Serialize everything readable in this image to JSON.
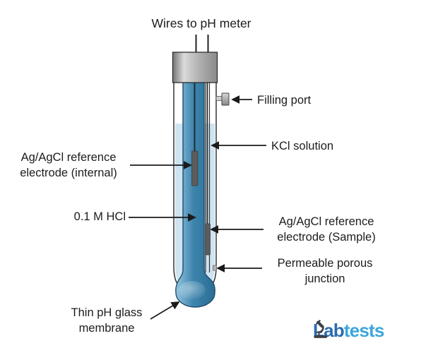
{
  "diagram": {
    "title": "Wires to pH meter",
    "labels": {
      "filling_port": "Filling port",
      "kcl_solution": "KCl solution",
      "ref_internal_line1": "Ag/AgCl reference",
      "ref_internal_line2": "electrode (internal)",
      "hcl": "0.1 M HCl",
      "ref_sample_line1": "Ag/AgCl reference",
      "ref_sample_line2": "electrode (Sample)",
      "porous_junction_line1": "Permeable porous",
      "porous_junction_line2": "junction",
      "glass_membrane_line1": "Thin pH glass",
      "glass_membrane_line2": "membrane"
    }
  },
  "logo": {
    "word_primary": "Lab",
    "word_secondary": "tests"
  },
  "colors": {
    "kcl_solution": "#cfe4f1",
    "hcl_stem_light": "#96c6e0",
    "hcl_stem_dark": "#2b6d94",
    "bulb_center": "#5ea9cd",
    "bulb_edge": "#28729d",
    "electrode_rod": "#5c5c5c",
    "glass_outline": "#333333",
    "cap_gray": "#b8b8b8",
    "port_gray": "#a9a9a9",
    "arrow_black": "#1a1a1a",
    "label_text": "#1c1c1c",
    "logo_primary": "#2b6cb3",
    "logo_secondary": "#3ca6db",
    "logo_icon": "#3c4248"
  }
}
